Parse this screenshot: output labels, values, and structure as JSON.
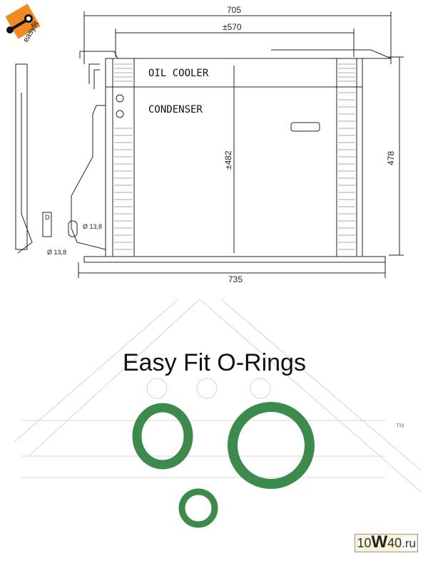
{
  "logo": {
    "text": "easyfit",
    "color": "#f08a24"
  },
  "dimensions": {
    "overall_width": "705",
    "core_spacing": "±570",
    "core_height": "±482",
    "overall_height": "478",
    "bottom_width": "735",
    "pipe_diameter_upper": "Ø 13,8",
    "pipe_diameter_lower": "Ø 13,8"
  },
  "labels": {
    "oil_cooler": "OIL COOLER",
    "condenser": "CONDENSER",
    "connector_d": "D"
  },
  "product": {
    "title": "Easy Fit O-Rings",
    "trademark": "TM",
    "ring_color": "#3c8a4c"
  },
  "watermark": {
    "prefix": "10",
    "w": "W",
    "num": "40",
    "domain": ".ru"
  }
}
